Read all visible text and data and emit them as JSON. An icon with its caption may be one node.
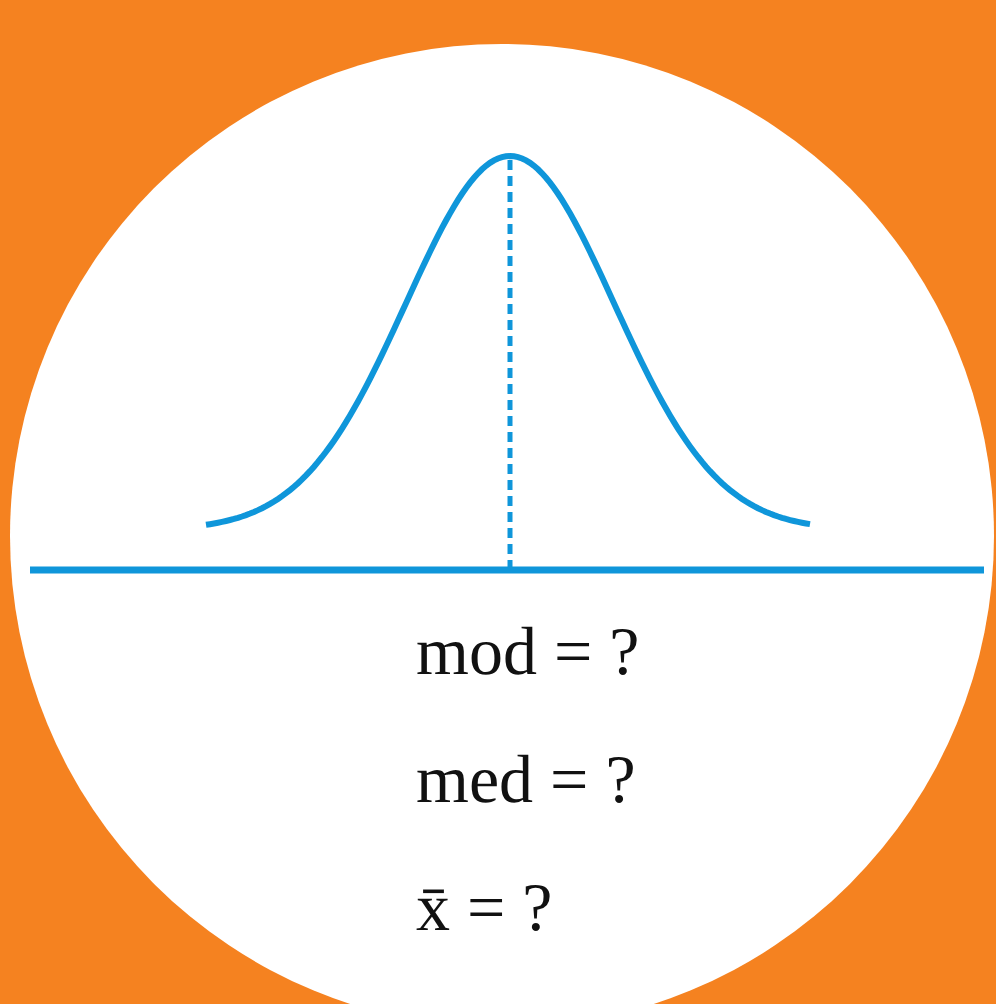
{
  "diagram": {
    "labels": [
      "mod = ?",
      "med = ?",
      "x̄ = ?"
    ]
  }
}
